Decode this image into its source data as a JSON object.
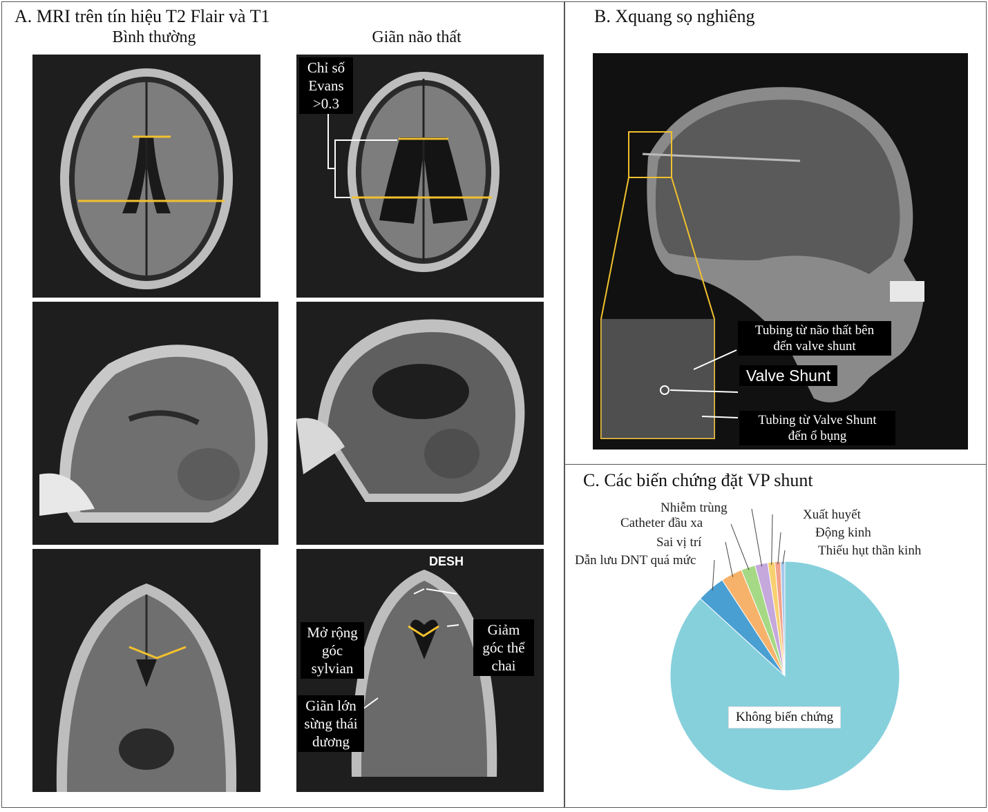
{
  "panel_a": {
    "title": "A. MRI trên tín hiệu T2 Flair và T1",
    "col_normal": "Bình thường",
    "col_hydro": "Giãn não thất",
    "evans_label": [
      "Chỉ số",
      "Evans",
      ">0.3"
    ],
    "desh_label": "DESH",
    "sylvian_label": [
      "Mở rộng",
      "góc",
      "sylvian"
    ],
    "callosal_label": [
      "Giảm",
      "góc thể",
      "chai"
    ],
    "temporal_label": [
      "Giãn lớn",
      "sừng thái",
      "dương"
    ]
  },
  "panel_b": {
    "title": "B. Xquang sọ nghiêng",
    "tubing_top": [
      "Tubing từ não thất bên",
      "đến valve shunt"
    ],
    "valve_label": "Valve Shunt",
    "tubing_bottom": [
      "Tubing từ Valve Shunt",
      "đến ổ bụng"
    ]
  },
  "panel_c": {
    "title": "C. Các biến chứng đặt VP shunt"
  },
  "chart_data": {
    "type": "pie",
    "title": "C. Các biến chứng đặt VP shunt",
    "slices": [
      {
        "name": "Không biến chứng",
        "value": 86.8,
        "color": "#86d0dc"
      },
      {
        "name": "Dẫn lưu DNT quá mức",
        "value": 4.0,
        "color": "#4a9fd2"
      },
      {
        "name": "Sai vị trí",
        "value": 3.0,
        "color": "#f6b26b"
      },
      {
        "name": "Catheter đầu xa",
        "value": 2.0,
        "color": "#a6d985"
      },
      {
        "name": "Nhiễm trùng",
        "value": 1.8,
        "color": "#c5a8dc"
      },
      {
        "name": "Xuất huyết",
        "value": 1.0,
        "color": "#f7d070"
      },
      {
        "name": "Động kinh",
        "value": 0.8,
        "color": "#f2a28a"
      },
      {
        "name": "Thiếu hụt thần kinh",
        "value": 0.6,
        "color": "#a9c8ea"
      }
    ],
    "labels": [
      "Nhiễm trùng",
      "Catheter đầu xa",
      "Sai vị trí",
      "Dẫn lưu DNT quá mức",
      "Xuất huyết",
      "Động kinh",
      "Thiếu hụt thần kinh"
    ],
    "center_label": "Không biến chứng"
  },
  "colors": {
    "highlight": "#f2c12e",
    "scan_bg": "#1e1e1e",
    "label_bg": "#000000"
  }
}
